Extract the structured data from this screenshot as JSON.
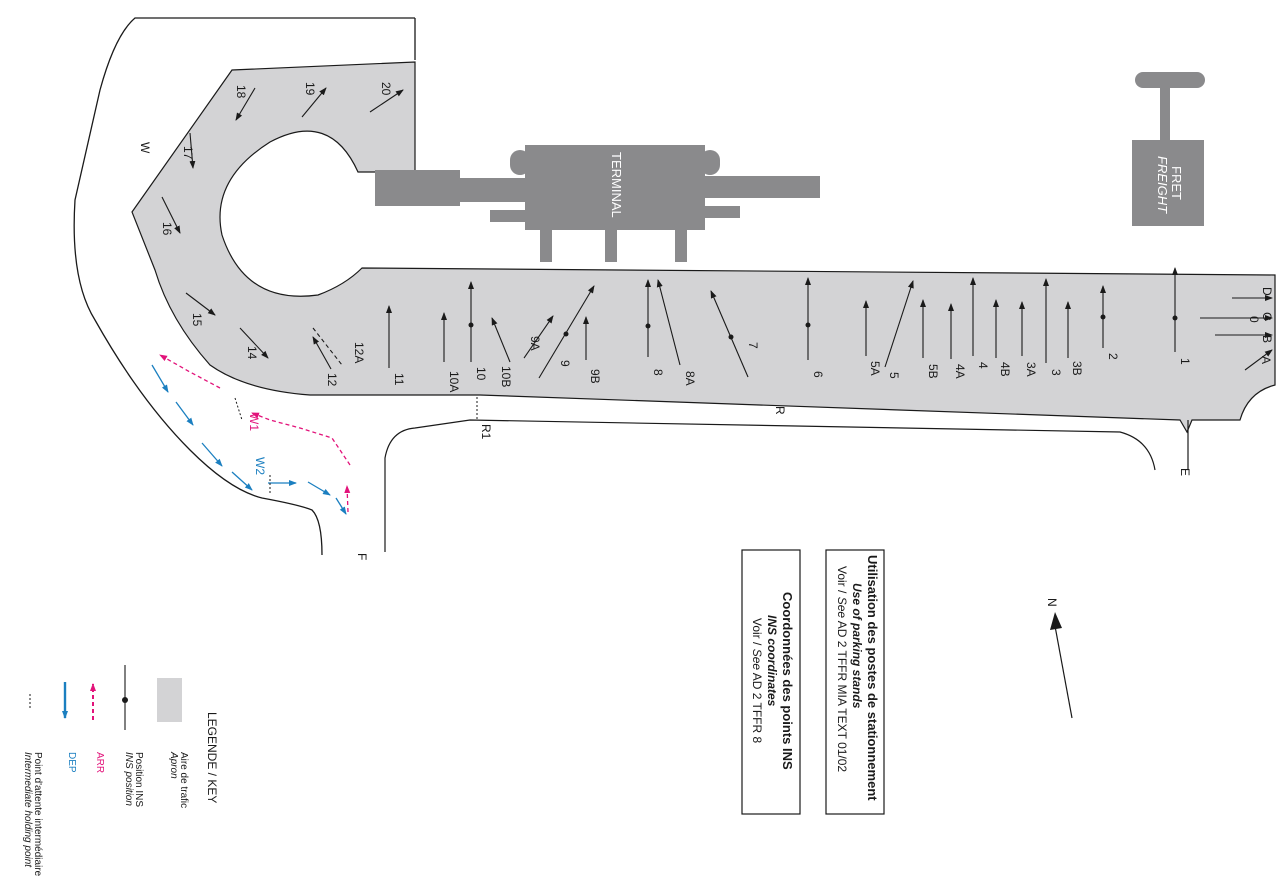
{
  "terminal": {
    "label": "TERMINAL"
  },
  "freight": {
    "label_fr": "FRET",
    "label_en": "FREIGHT"
  },
  "taxiways": {
    "w": "W",
    "r": "R",
    "r1": "R1",
    "e": "E",
    "f": "F",
    "w1": "W1",
    "w2": "W2"
  },
  "stands": [
    "20",
    "19",
    "18",
    "17",
    "16",
    "15",
    "14",
    "12A",
    "12",
    "11",
    "10A",
    "10",
    "10B",
    "9A",
    "9",
    "9B",
    "8",
    "8A",
    "7",
    "6",
    "5A",
    "5",
    "5B",
    "4A",
    "4",
    "4B",
    "3A",
    "3",
    "3B",
    "2",
    "1",
    "A",
    "B",
    "C",
    "D",
    "0"
  ],
  "north": {
    "label": "N"
  },
  "info_box_1": {
    "title": "Utilisation des postes de stationnement",
    "subtitle": "Use of parking stands",
    "ref_prefix": "Voir / ",
    "ref_see": "See",
    "ref_text": " AD 2 TFFR MIA TEXT 01/02"
  },
  "info_box_2": {
    "title": "Coordonnées des points INS",
    "subtitle": "INS coordinates",
    "ref_prefix": "Voir / ",
    "ref_see": "See",
    "ref_text": " AD 2 TFFR 8"
  },
  "legend": {
    "title": "LEGENDE / KEY",
    "apron_fr": "Aire de trafic",
    "apron_en": "Apron",
    "ins_fr": "Position INS",
    "ins_en": "INS position",
    "arr": "ARR",
    "dep": "DEP",
    "hold_fr": "Point d'attente intermédiaire",
    "hold_en": "Intermediate holding point"
  },
  "colors": {
    "apron": "#d3d3d5",
    "building": "#8a8a8c",
    "arr": "#e2137a",
    "dep": "#1b7fc0",
    "line": "#1a1a1a"
  }
}
